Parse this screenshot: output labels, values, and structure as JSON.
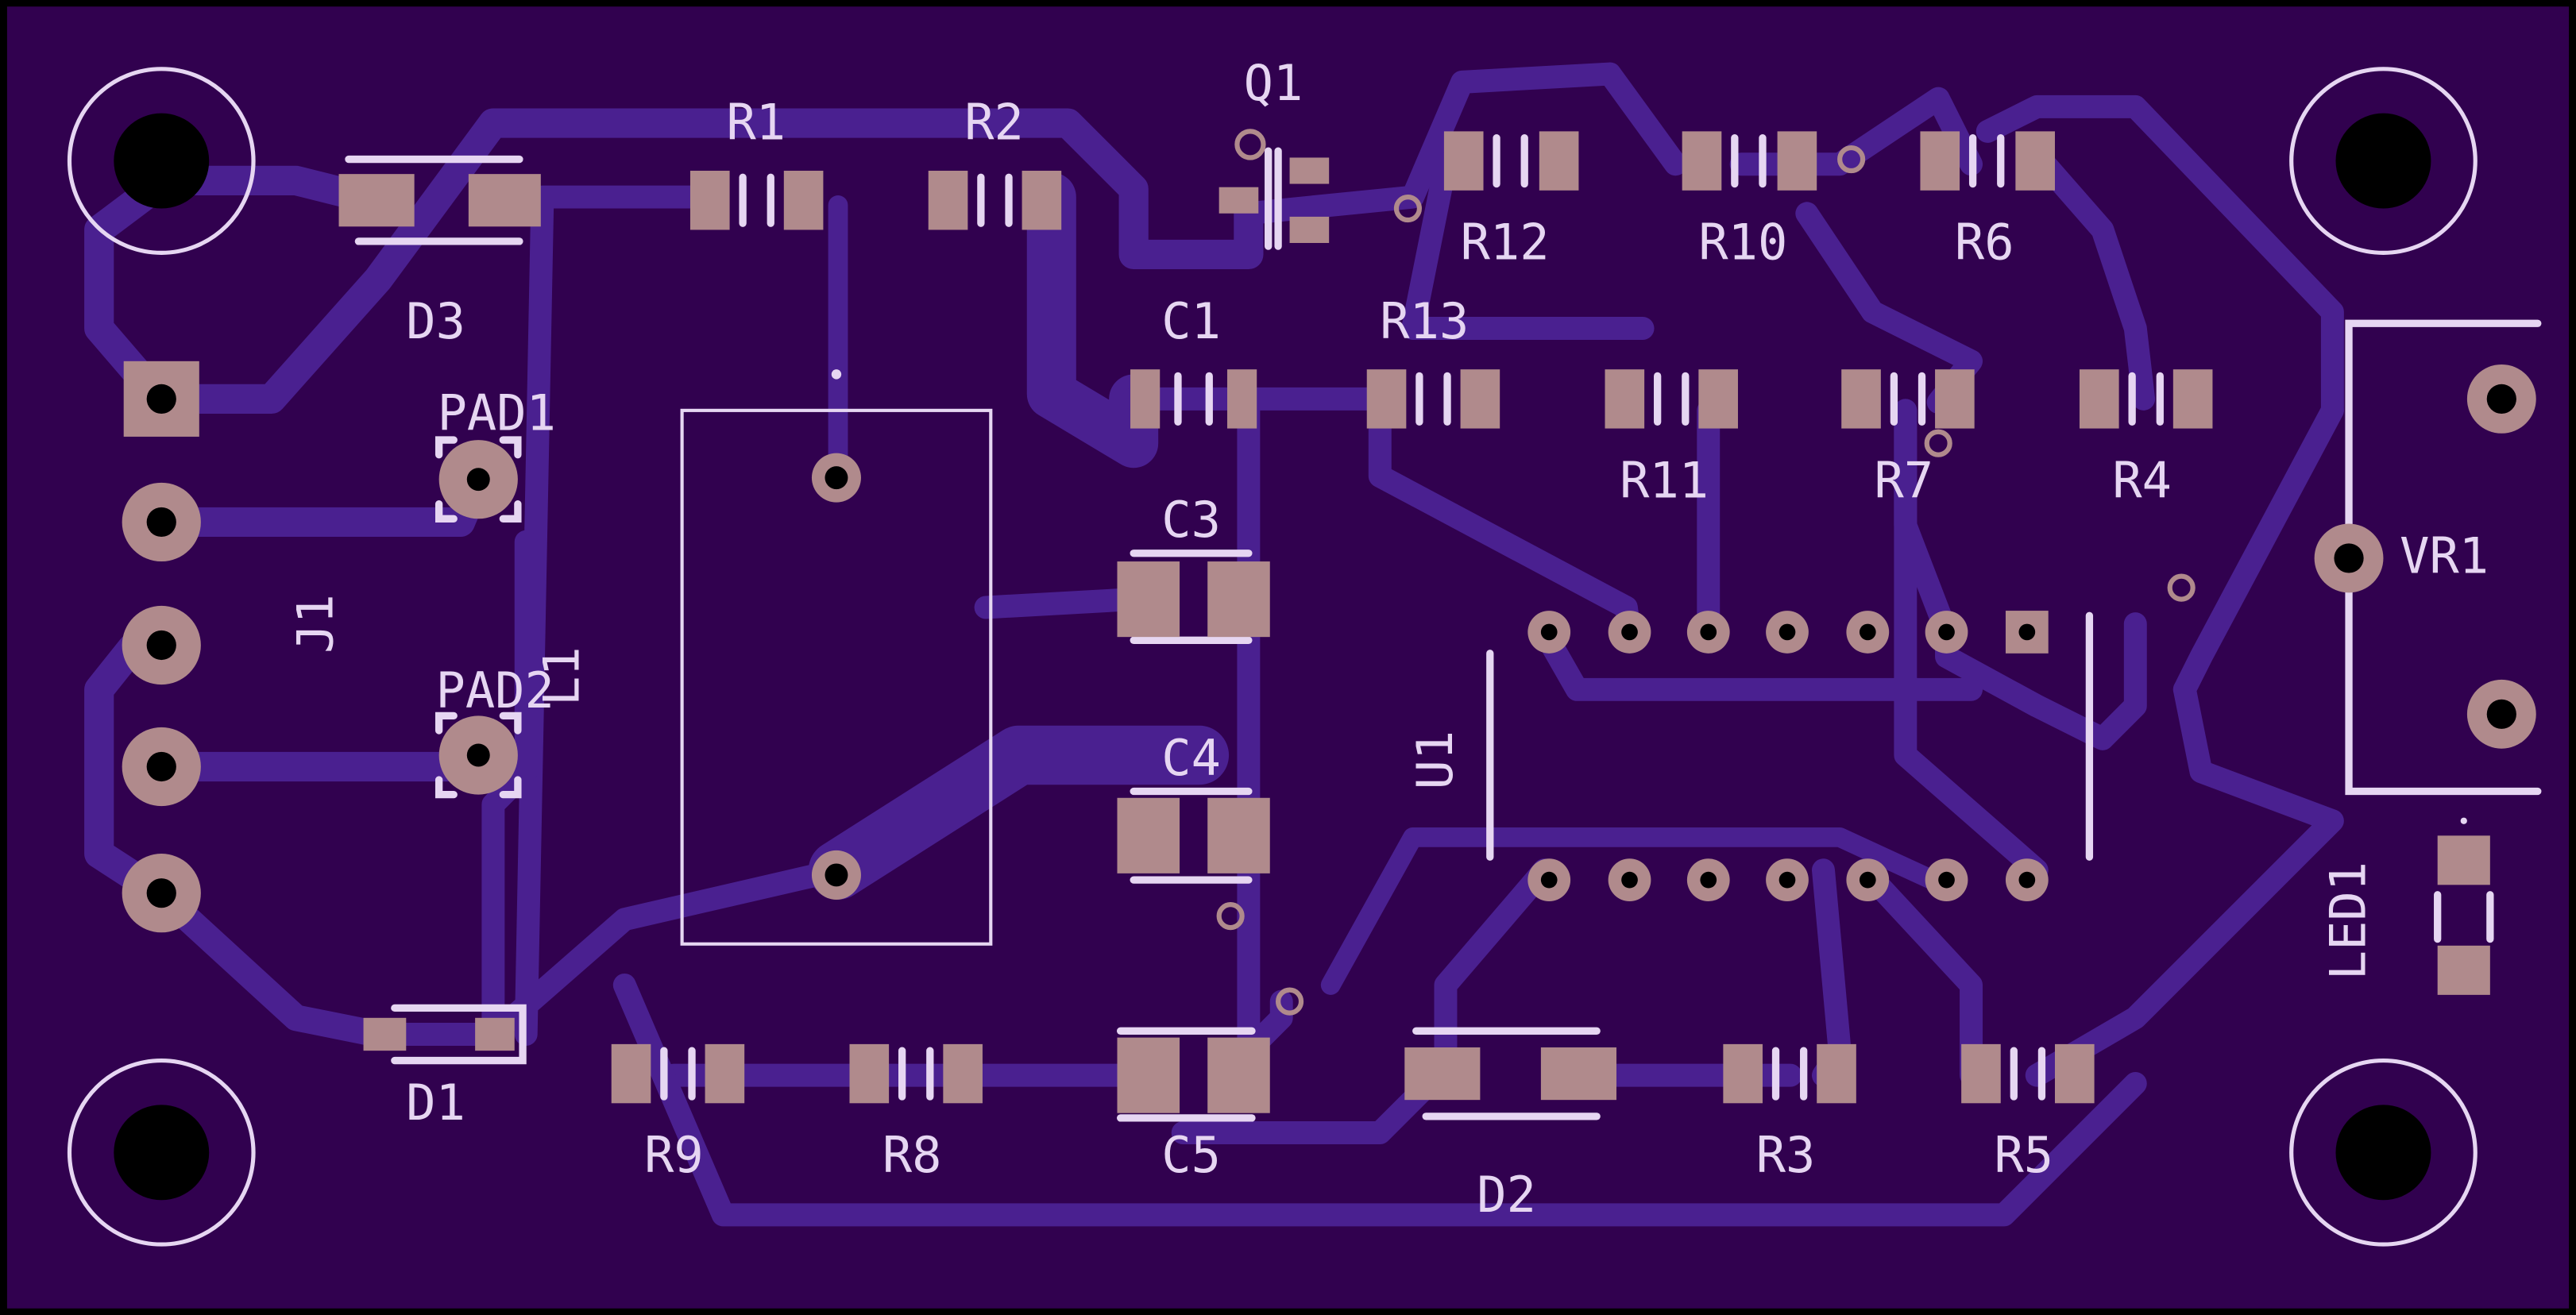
{
  "board": {
    "colors": {
      "background": "#000000",
      "board": "#31014f",
      "trace": "#4a2090",
      "pad": "#b08a8c",
      "silkscreen": "#e6d6f2",
      "hole": "#000000"
    }
  },
  "labels": {
    "r1": "R1",
    "r2": "R2",
    "q1": "Q1",
    "r12": "R12",
    "r10": "R10",
    "r6": "R6",
    "d3": "D3",
    "c1": "C1",
    "r13": "R13",
    "pad1": "PAD1",
    "r11": "R11",
    "r7": "R7",
    "r4": "R4",
    "c3": "C3",
    "vr1": "VR1",
    "j1": "J1",
    "l1": "L1",
    "pad2": "PAD2",
    "u1": "U1",
    "c4": "C4",
    "led1": "LED1",
    "d1": "D1",
    "r9": "R9",
    "r8": "R8",
    "c5": "C5",
    "r3": "R3",
    "r5": "R5",
    "d2": "D2"
  }
}
